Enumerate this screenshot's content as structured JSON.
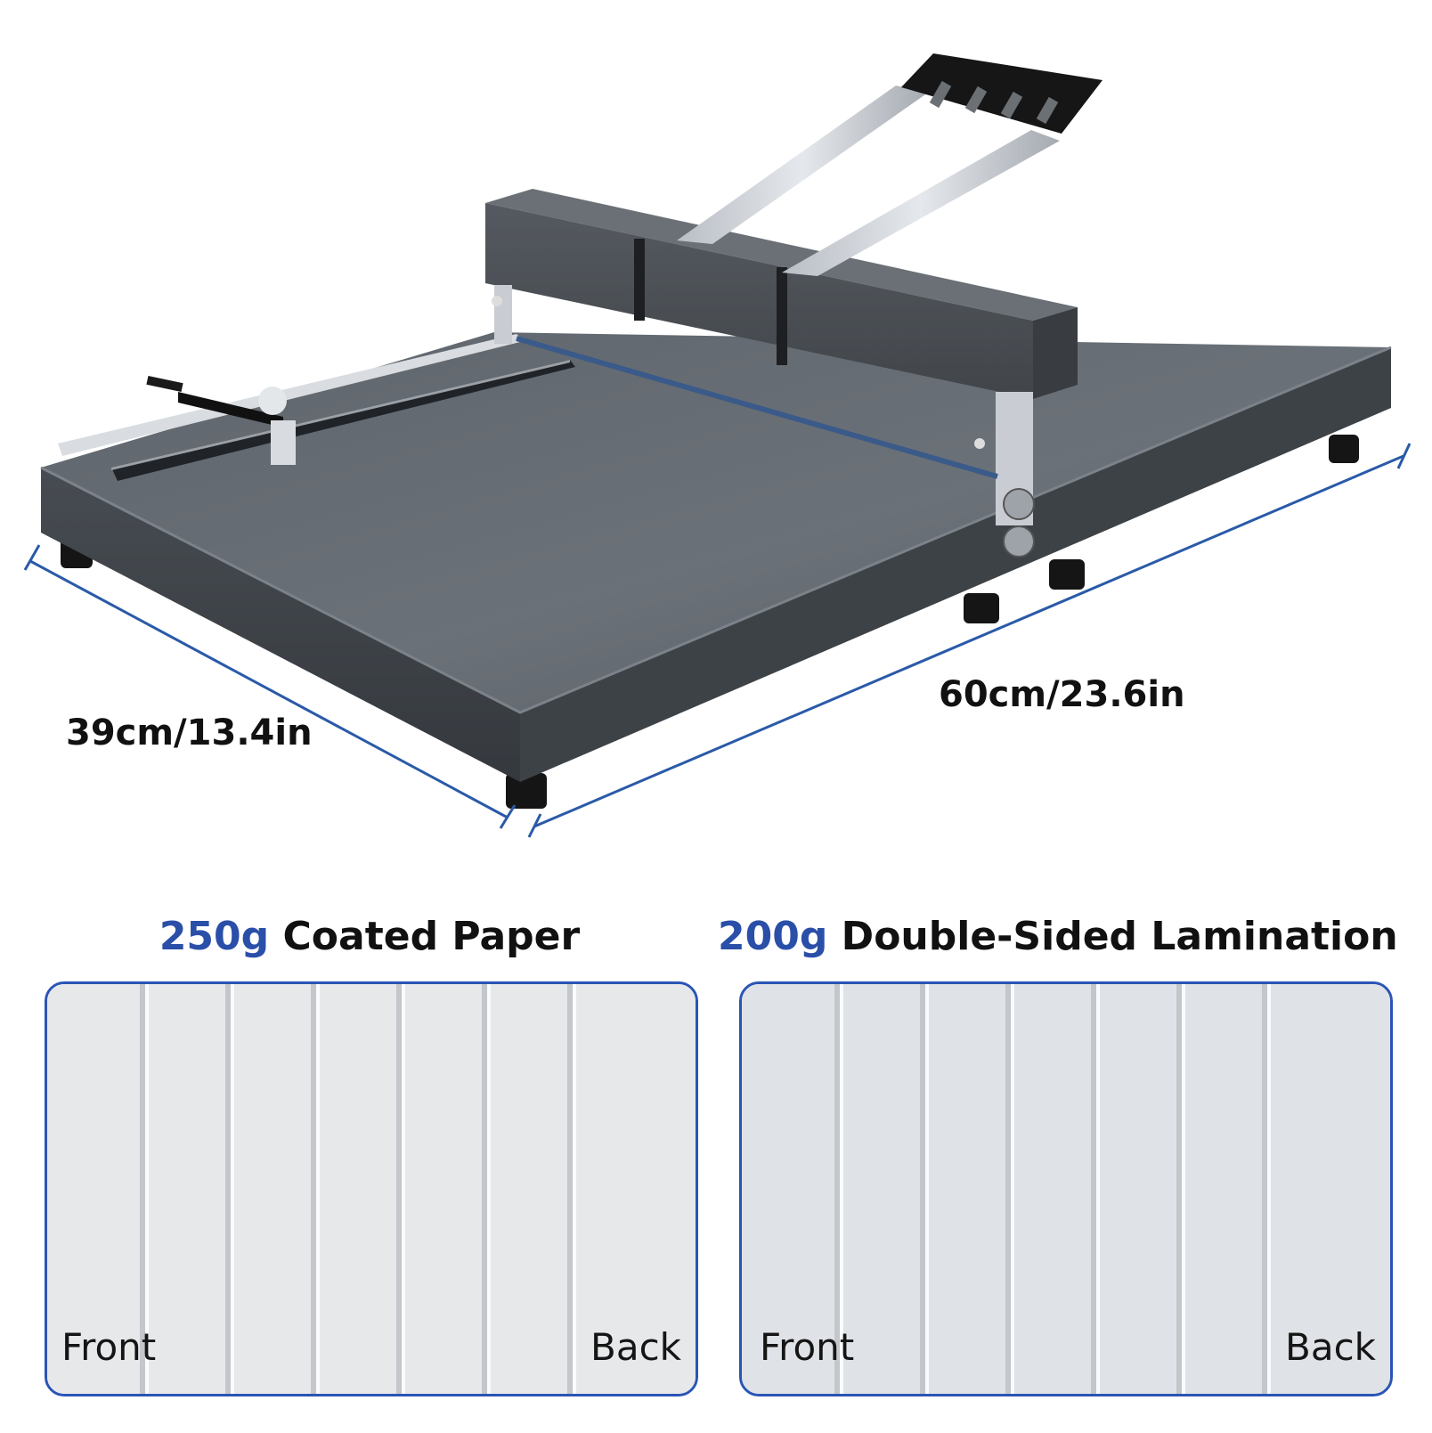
{
  "dimensions": {
    "depth_label": "39cm/13.4in",
    "width_label": "60cm/23.6in",
    "line_color": "#2a5aa8"
  },
  "product": {
    "image_name": "manual paper creasing machine",
    "body_color": "#4c5157",
    "handle_color": "#c8ccd2",
    "grip_color": "#161616"
  },
  "samples": [
    {
      "weight": "250g",
      "material": "Coated Paper",
      "front_label": "Front",
      "back_label": "Back",
      "crease_count": 6
    },
    {
      "weight": "200g",
      "material": "Double-Sided Lamination",
      "front_label": "Front",
      "back_label": "Back",
      "crease_count": 6
    }
  ],
  "accent_color": "#2a4fa8"
}
